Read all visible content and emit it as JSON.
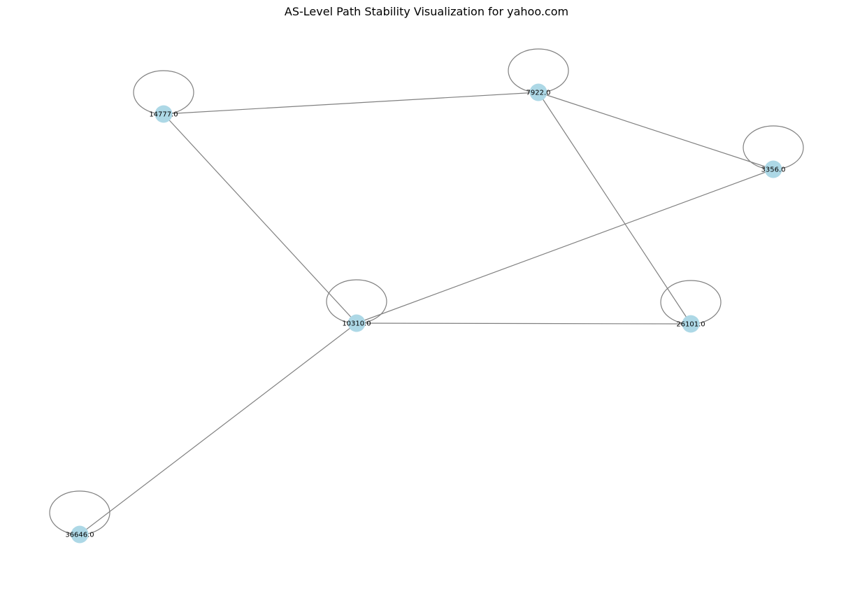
{
  "title": "AS-Level Path Stability Visualization for yahoo.com",
  "colors": {
    "node_fill": "#add8e6",
    "edge_stroke": "#808080",
    "background": "#ffffff",
    "label": "#000000"
  },
  "graph": {
    "nodes": [
      {
        "id": "n7922",
        "label": "7922.0"
      },
      {
        "id": "n14777",
        "label": "14777.0"
      },
      {
        "id": "n3356",
        "label": "3356.0"
      },
      {
        "id": "n10310",
        "label": "10310.0"
      },
      {
        "id": "n26101",
        "label": "26101.0"
      },
      {
        "id": "n36646",
        "label": "36646.0"
      }
    ],
    "edges": [
      {
        "source": "n14777",
        "target": "n7922"
      },
      {
        "source": "n7922",
        "target": "n3356"
      },
      {
        "source": "n7922",
        "target": "n26101"
      },
      {
        "source": "n14777",
        "target": "n10310"
      },
      {
        "source": "n3356",
        "target": "n10310"
      },
      {
        "source": "n10310",
        "target": "n26101"
      },
      {
        "source": "n10310",
        "target": "n36646"
      },
      {
        "source": "n7922",
        "target": "n7922"
      },
      {
        "source": "n14777",
        "target": "n14777"
      },
      {
        "source": "n3356",
        "target": "n3356"
      },
      {
        "source": "n10310",
        "target": "n10310"
      },
      {
        "source": "n26101",
        "target": "n26101"
      },
      {
        "source": "n36646",
        "target": "n36646"
      }
    ]
  }
}
